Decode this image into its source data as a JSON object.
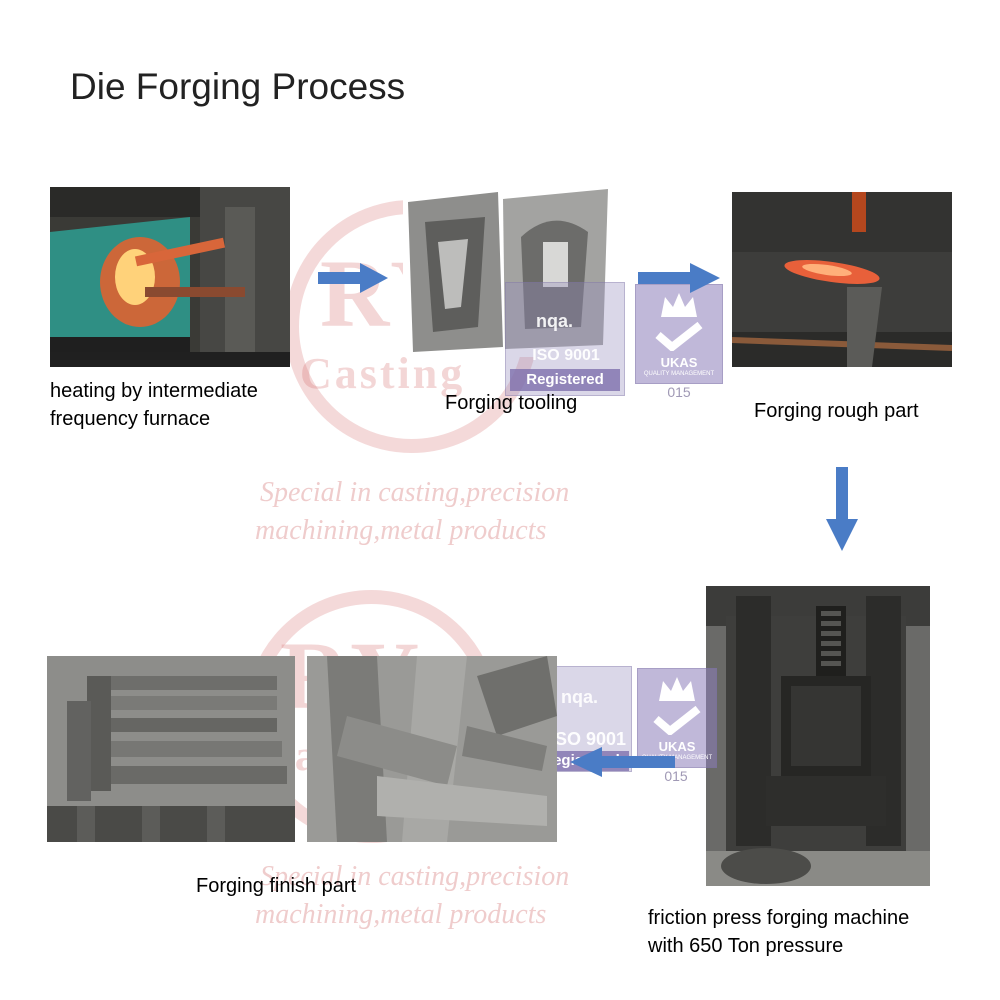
{
  "title": "Die Forging Process",
  "steps": [
    {
      "label_lines": [
        "heating by intermediate",
        "frequency furnace"
      ]
    },
    {
      "label_lines": [
        "Forging tooling"
      ]
    },
    {
      "label_lines": [
        "Forging rough part"
      ]
    },
    {
      "label_lines": [
        "friction press forging machine",
        "with 650 Ton pressure"
      ]
    },
    {
      "label_lines": [
        "Forging finish part"
      ]
    }
  ],
  "watermark": {
    "letters": "RY",
    "word": "Casting",
    "slogan_lines": [
      "Special  in casting,precision",
      "machining,metal products"
    ]
  },
  "certifications": {
    "iso": "ISO 9001",
    "registered": "Registered",
    "nqa": "nqa.",
    "ukas": "UKAS",
    "ukas_sub": "QUALITY MANAGEMENT",
    "number": "015"
  },
  "colors": {
    "arrow": "#4a7cc6",
    "watermark": "#d67878",
    "cert": "#7a69aa"
  },
  "icons": [
    "arrow-right-icon",
    "arrow-down-icon",
    "arrow-left-icon",
    "crown-icon",
    "checkmark-icon"
  ]
}
